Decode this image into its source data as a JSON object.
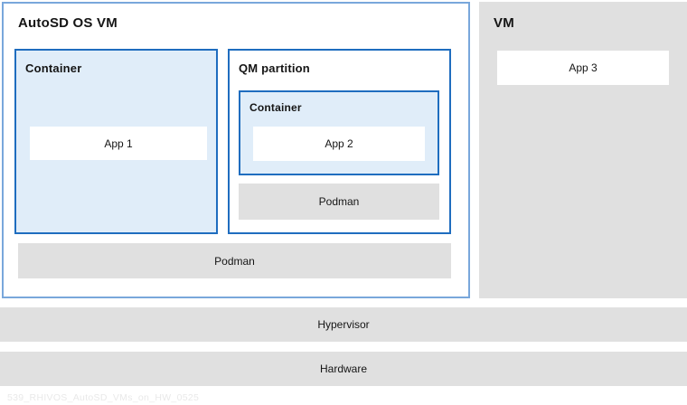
{
  "diagram": {
    "autosd_vm": {
      "title": "AutoSD OS VM",
      "container1": {
        "title": "Container",
        "app": "App 1"
      },
      "qm_partition": {
        "title": "QM partition",
        "container": {
          "title": "Container",
          "app": "App 2"
        },
        "podman": "Podman"
      },
      "podman": "Podman"
    },
    "vm": {
      "title": "VM",
      "app": "App 3"
    },
    "hypervisor": "Hypervisor",
    "hardware": "Hardware",
    "caption": "539_RHIVOS_AutoSD_VMs_on_HW_0525",
    "colors": {
      "outer_border_blue": "#79a7db",
      "inner_border_blue": "#1f6dbf",
      "container_fill_blue": "#e0edf9",
      "gray_fill": "#e0e0e0",
      "text": "#151515",
      "caption_text": "#e9e9e9"
    }
  }
}
